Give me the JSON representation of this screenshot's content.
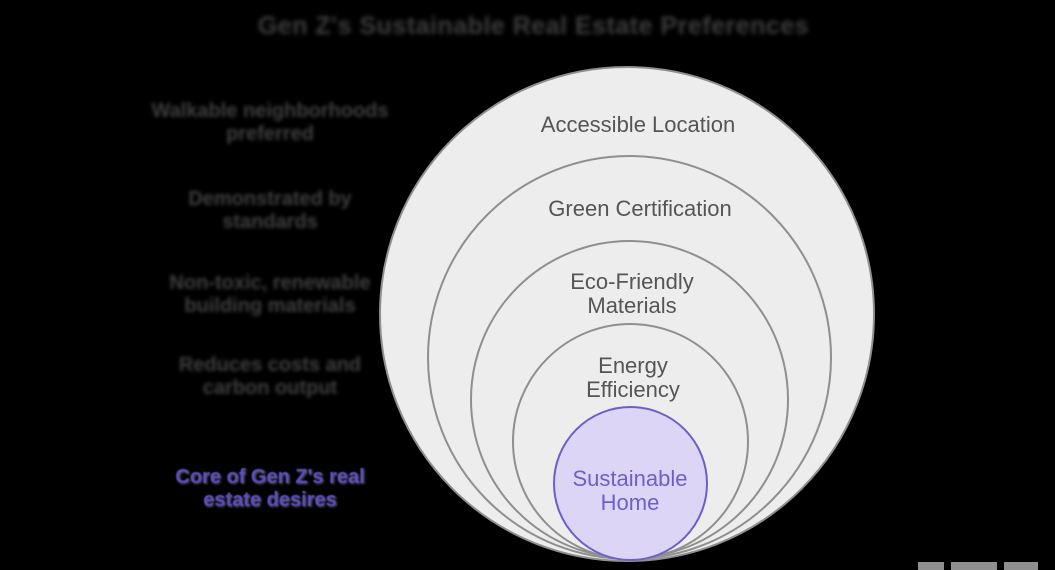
{
  "title": "Gen Z's Sustainable Real Estate Preferences",
  "colors": {
    "background": "#000000",
    "ring_fill": "#ededed",
    "ring_border": "#8f8f8f",
    "ring_text": "#555555",
    "core_fill": "#ddd5f6",
    "core_border": "#6c5fc7",
    "core_text": "#6c5fc7",
    "annotation_text": "#3f3f3f",
    "annotation_accent": "#5b4ec6",
    "title_text": "#3d3d3d"
  },
  "diagram": {
    "type": "onion-diagram",
    "rings": [
      {
        "label": "Accessible Location",
        "annotation_lines": [
          "Walkable neighborhoods",
          "preferred"
        ]
      },
      {
        "label": "Green Certification",
        "annotation_lines": [
          "Demonstrated by",
          "standards"
        ]
      },
      {
        "label": "Eco-Friendly Materials",
        "label_lines": [
          "Eco-Friendly",
          "Materials"
        ],
        "annotation_lines": [
          "Non-toxic, renewable",
          "building materials"
        ]
      },
      {
        "label": "Energy Efficiency",
        "label_lines": [
          "Energy",
          "Efficiency"
        ],
        "annotation_lines": [
          "Reduces costs and",
          "carbon output"
        ]
      },
      {
        "label": "Sustainable Home",
        "label_lines": [
          "Sustainable",
          "Home"
        ],
        "annotation_lines": [
          "Core of Gen Z's real",
          "estate desires"
        ]
      }
    ]
  }
}
